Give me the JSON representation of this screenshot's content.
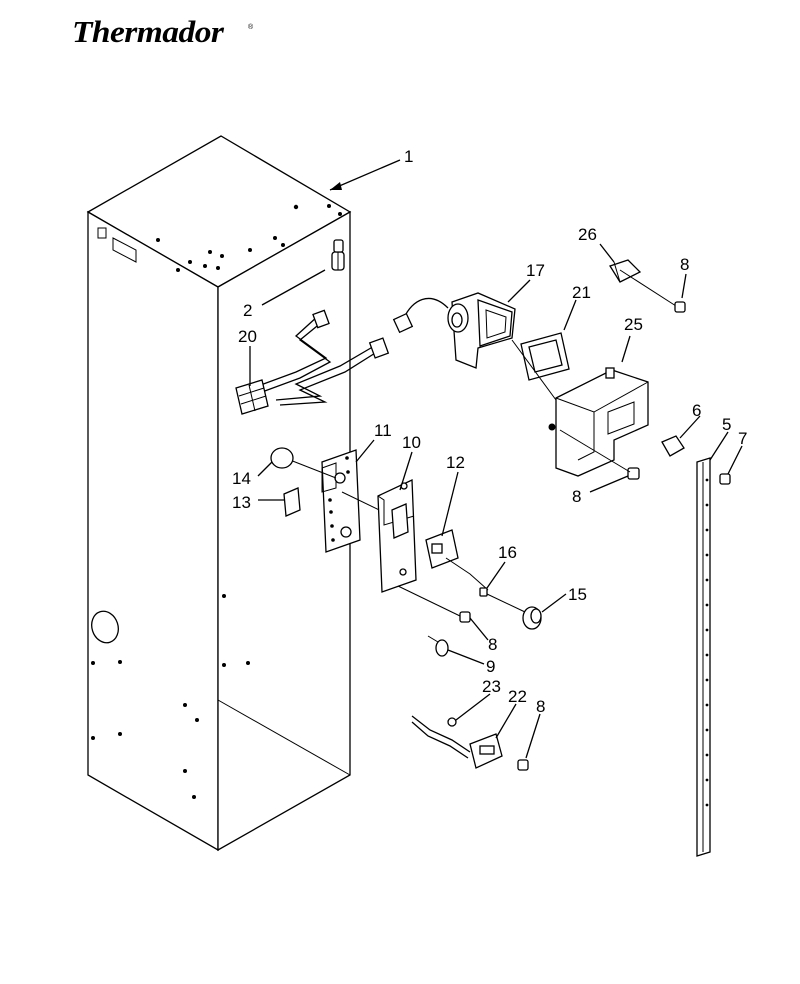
{
  "brand": {
    "name": "Thermador",
    "trademark": "®"
  },
  "callouts": {
    "c1": "1",
    "c2": "2",
    "c5": "5",
    "c6": "6",
    "c7": "7",
    "c8a": "8",
    "c8b": "8",
    "c8c": "8",
    "c8d": "8",
    "c9": "9",
    "c10": "10",
    "c11": "11",
    "c12": "12",
    "c13": "13",
    "c14": "14",
    "c15": "15",
    "c16": "16",
    "c17": "17",
    "c20": "20",
    "c21": "21",
    "c22": "22",
    "c23": "23",
    "c25": "25",
    "c26": "26"
  }
}
